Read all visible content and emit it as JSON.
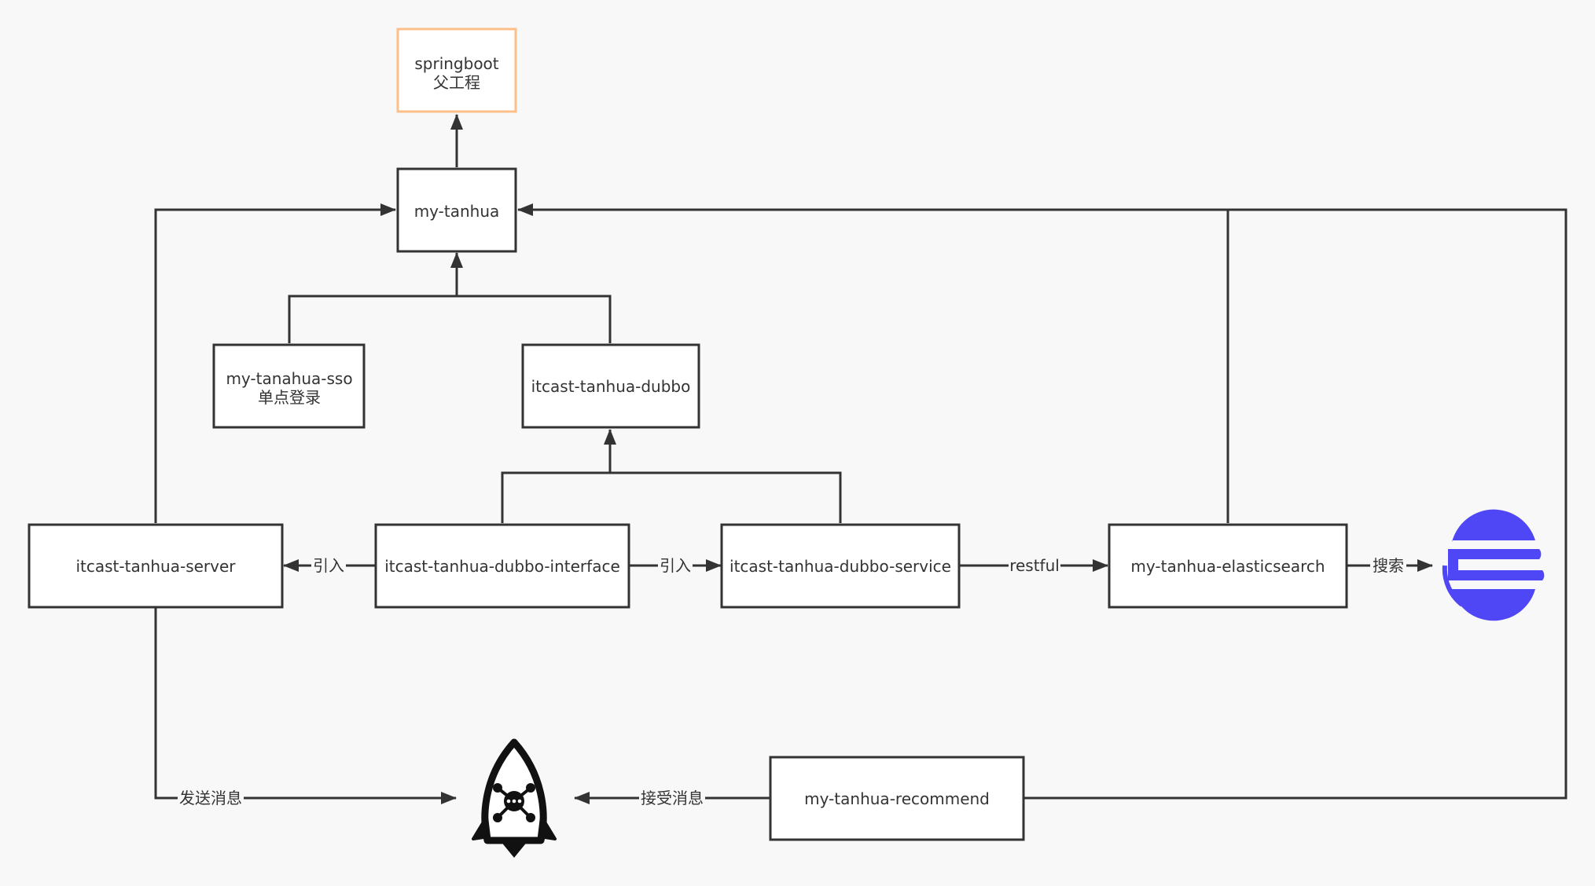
{
  "colors": {
    "background": "#f8f8f8",
    "line": "#333333",
    "highlight_border": "#fdbf89",
    "elastic_logo": "#4f46f5"
  },
  "nodes": {
    "springboot": {
      "line1": "springboot",
      "line2": "父工程"
    },
    "my_tanhua": {
      "label": "my-tanhua"
    },
    "sso": {
      "line1": "my-tanahua-sso",
      "line2": "单点登录"
    },
    "dubbo": {
      "label": "itcast-tanhua-dubbo"
    },
    "server": {
      "label": "itcast-tanhua-server"
    },
    "interface": {
      "label": "itcast-tanhua-dubbo-interface"
    },
    "service": {
      "label": "itcast-tanhua-dubbo-service"
    },
    "elasticsearch": {
      "label": "my-tanhua-elasticsearch"
    },
    "recommend": {
      "label": "my-tanhua-recommend"
    }
  },
  "edge_labels": {
    "interface_to_server": "引入",
    "interface_to_service": "引入",
    "service_to_es": "restful",
    "es_to_search": "搜索",
    "server_to_mq": "发送消息",
    "recommend_to_mq": "接受消息"
  },
  "icons": {
    "search_engine": "elasticsearch-logo-icon",
    "message_queue": "rocketmq-logo-icon"
  }
}
